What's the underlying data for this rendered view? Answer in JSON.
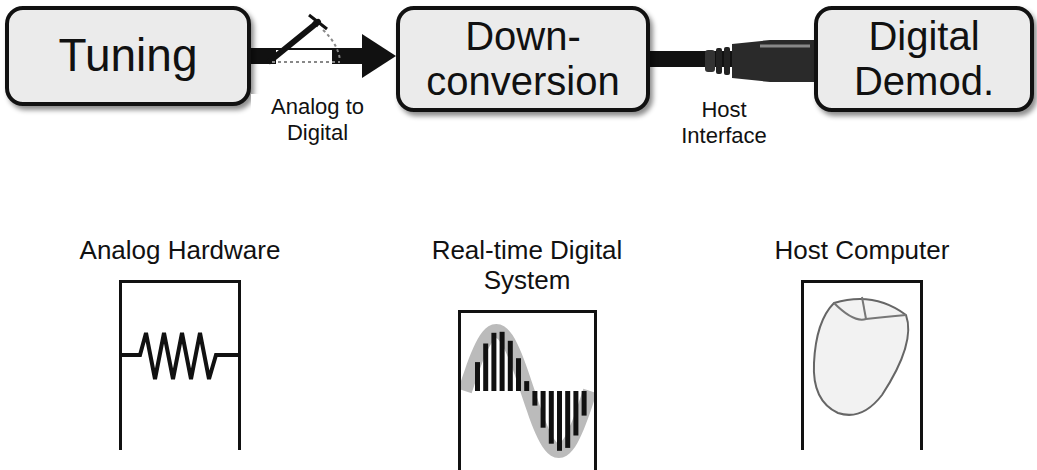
{
  "diagram": {
    "nodes": [
      {
        "text": [
          "Tuning"
        ]
      },
      {
        "text": [
          "Down- conversion"
        ]
      },
      {
        "text": [
          "Digital Demod."
        ]
      },
      {
        "text": [
          "Analog Hardware"
        ]
      },
      {
        "text": [
          "Real-time Digital System"
        ]
      },
      {
        "text": [
          "Host Computer"
        ]
      }
    ],
    "edges": [
      {
        "from": 0,
        "to": 1,
        "label": "Analog to Digital",
        "arrow": "to"
      },
      {
        "from": 1,
        "to": 2,
        "label": "Host Interface",
        "arrow": "none"
      }
    ]
  }
}
